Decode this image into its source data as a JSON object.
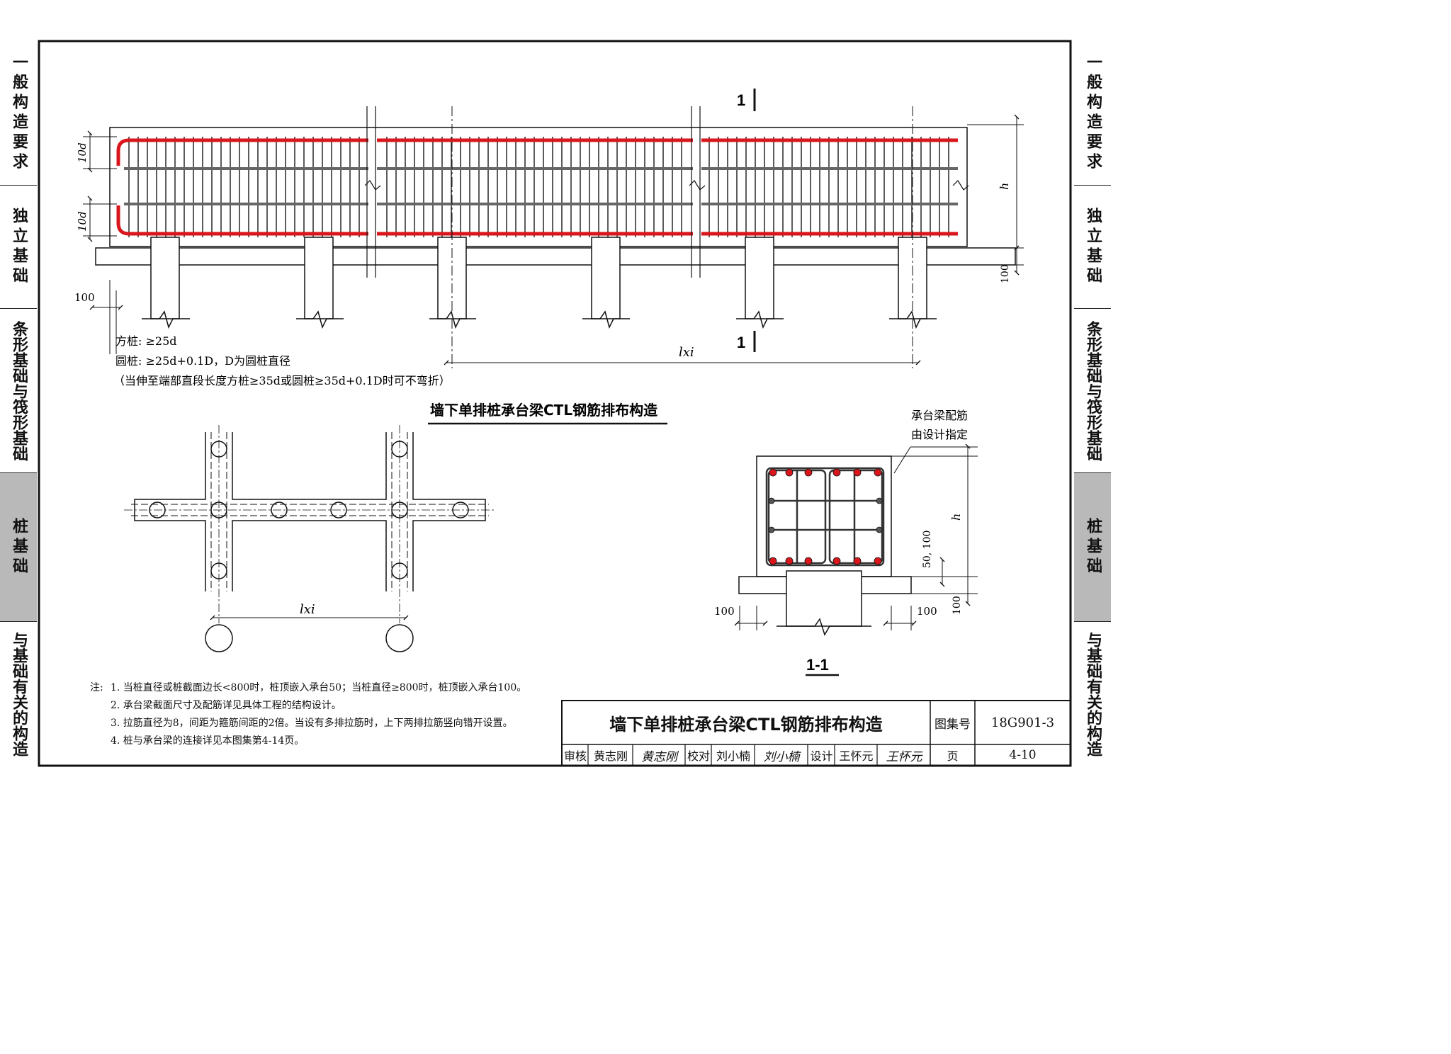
{
  "side_tabs": [
    {
      "label": "一般构造要求",
      "active": false
    },
    {
      "label": "独立基础",
      "active": false
    },
    {
      "label": "条形基础与筏形基础",
      "active": false
    },
    {
      "label": "桩基础",
      "active": true
    },
    {
      "label": "与基础有关的构造",
      "active": false
    }
  ],
  "elevation": {
    "section_mark": "1",
    "dim_10d_top": "10d",
    "dim_10d_bottom": "10d",
    "dim_h": "h",
    "dim_100_right": "100",
    "dim_100_left": "100",
    "dim_lxi": "lxi"
  },
  "pile_notes": {
    "square": "方桩: ≥25d",
    "round": "圆桩: ≥25d+0.1D，D为圆桩直径",
    "exception": "（当伸至端部直段长度方桩≥35d或圆桩≥35d+0.1D时可不弯折）"
  },
  "main_title": "墙下单排桩承台梁CTL钢筋排布构造",
  "plan": {
    "dim_lxi": "lxi"
  },
  "section": {
    "callout_line1": "承台梁配筋",
    "callout_line2": "由设计指定",
    "dim_h": "h",
    "dim_50_100": "50, 100",
    "dim_100_vert": "100",
    "dim_100_left": "100",
    "dim_100_right": "100",
    "title": "1-1"
  },
  "notes": {
    "prefix": "注:",
    "items": [
      "1. 当桩直径或桩截面边长<800时，桩顶嵌入承台50；当桩直径≥800时，桩顶嵌入承台100。",
      "2. 承台梁截面尺寸及配筋详见具体工程的结构设计。",
      "3. 拉筋直径为8，间距为箍筋间距的2倍。当设有多排拉筋时，上下两排拉筋竖向错开设置。",
      "4. 桩与承台梁的连接详见本图集第4-14页。"
    ]
  },
  "title_block": {
    "drawing_title": "墙下单排桩承台梁CTL钢筋排布构造",
    "atlas_label": "图集号",
    "atlas_no": "18G901-3",
    "review_label": "审核",
    "review_name": "黄志刚",
    "review_sig": "黄志刚",
    "check_label": "校对",
    "check_name": "刘小楠",
    "check_sig": "刘小楠",
    "design_label": "设计",
    "design_name": "王怀元",
    "design_sig": "王怀元",
    "page_label": "页",
    "page_no": "4-10"
  },
  "colors": {
    "rebar_red": "#d9161c",
    "line": "#1a1a1a",
    "tab_active": "#b9b9b9"
  }
}
